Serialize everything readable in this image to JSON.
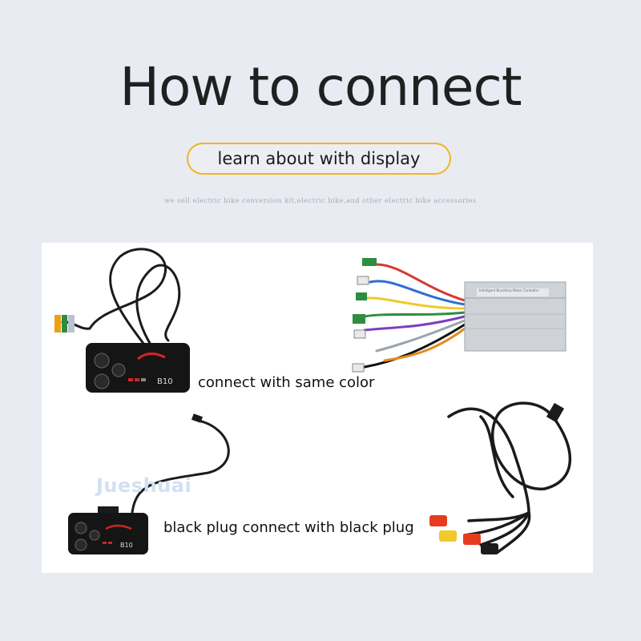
{
  "header": {
    "title": "How to connect",
    "button_label": "learn about with display",
    "tagline": "we sell electric bike conversion kit,electric bike,and other electric bike accessories"
  },
  "panel": {
    "caption_top": "connect with same color",
    "caption_bottom": "black plug connect with black plug",
    "watermark": "Jueshuai",
    "display_model": "B10",
    "controller_label": "Intelligent Brushless Motor Controller"
  },
  "colors": {
    "background": "#e9ebf2",
    "accent_border": "#f3b51b",
    "panel": "#ffffff",
    "cable": "#1b1b1b"
  }
}
